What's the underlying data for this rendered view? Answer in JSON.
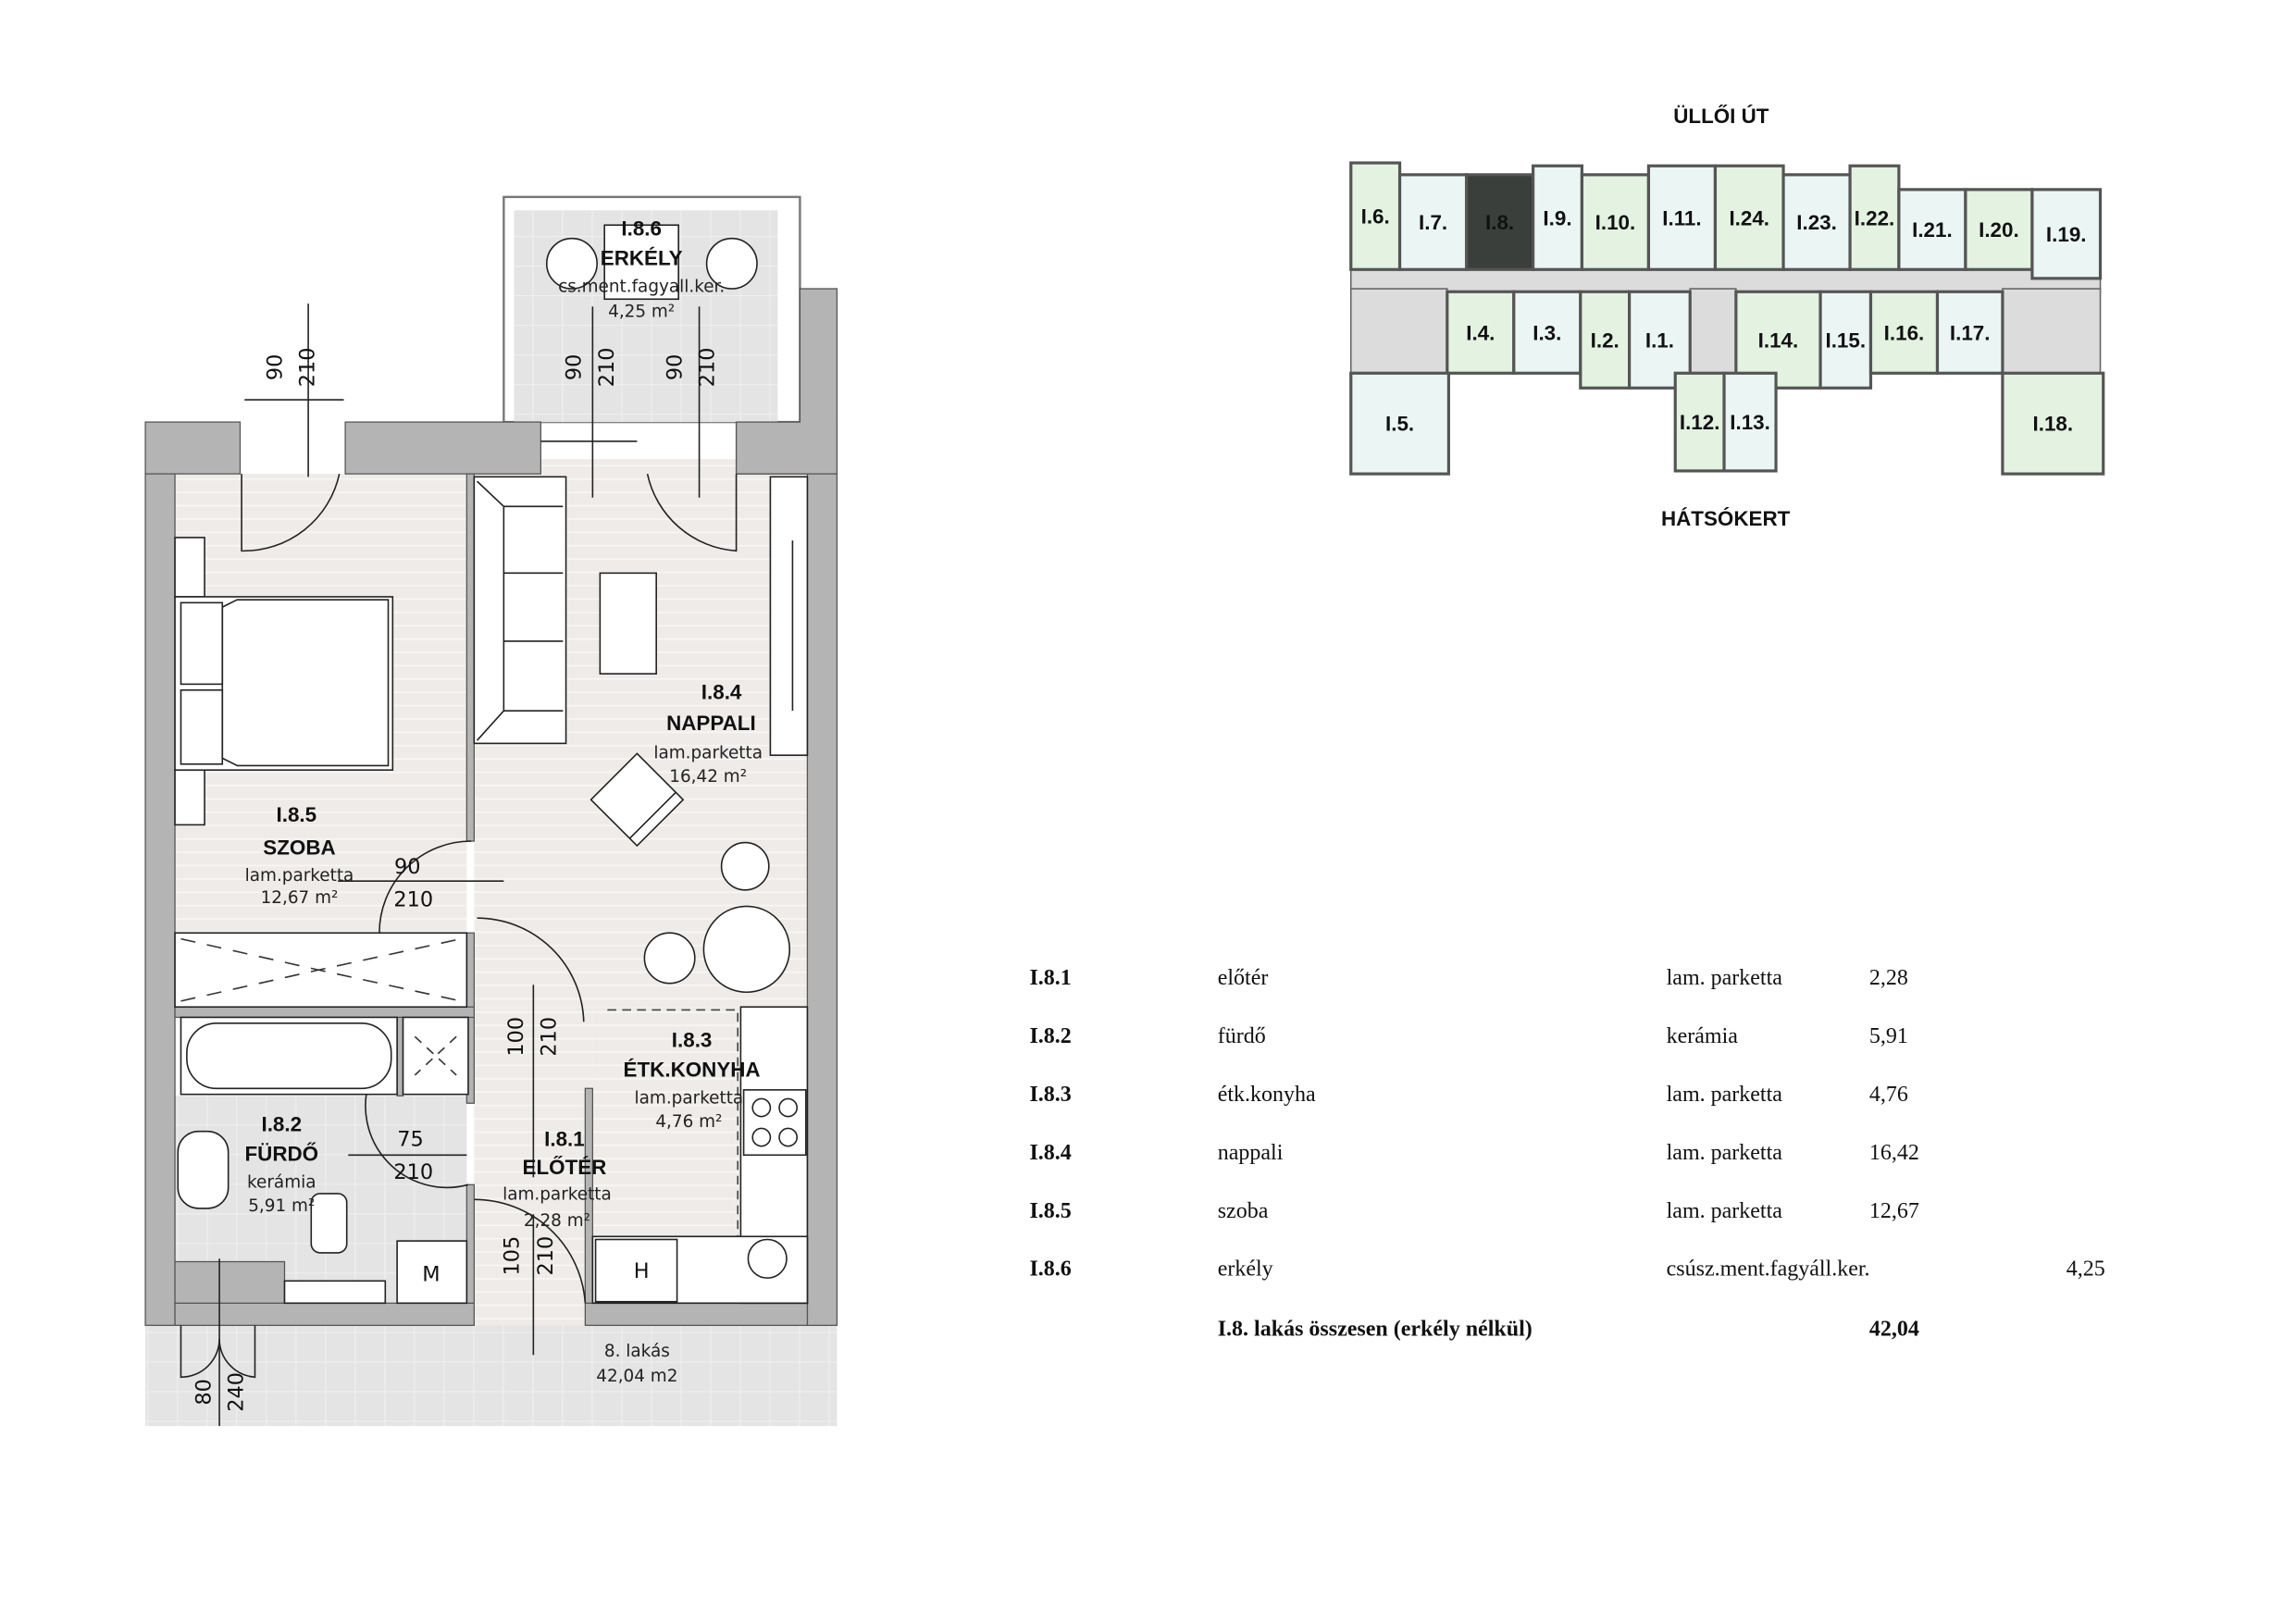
{
  "floorplan": {
    "rooms": {
      "balcony": {
        "id": "I.8.6",
        "name": "ERKÉLY",
        "floor": "cs.ment.fagyall.ker.",
        "area": "4,25 m²"
      },
      "living": {
        "id": "I.8.4",
        "name": "NAPPALI",
        "floor": "lam.parketta",
        "area": "16,42 m²"
      },
      "bedroom": {
        "id": "I.8.5",
        "name": "SZOBA",
        "floor": "lam.parketta",
        "area": "12,67 m²"
      },
      "bathroom": {
        "id": "I.8.2",
        "name": "FÜRDŐ",
        "floor": "kerámia",
        "area": "5,91 m²"
      },
      "hall": {
        "id": "I.8.1",
        "name": "ELŐTÉR",
        "floor": "lam.parketta",
        "area": "2,28 m²"
      },
      "kitchen": {
        "id": "I.8.3",
        "name": "ÉTK.KONYHA",
        "floor": "lam.parketta",
        "area": "4,76 m²"
      }
    },
    "doors": {
      "bedroom_window": [
        "90",
        "210"
      ],
      "balcony_door_1": [
        "90",
        "210"
      ],
      "balcony_door_2": [
        "90",
        "210"
      ],
      "bedroom_door": [
        "90",
        "210"
      ],
      "bath_door": [
        "75",
        "210"
      ],
      "living_door": [
        "100",
        "210"
      ],
      "entry_door": [
        "105",
        "210"
      ],
      "bath_window": [
        "80",
        "240"
      ]
    },
    "appliances": {
      "m": "M",
      "h": "H"
    },
    "apartment": {
      "name": "8. lakás",
      "area": "42,04 m2"
    }
  },
  "keyplan": {
    "street_top": "ÜLLŐI ÚT",
    "street_bottom": "HÁTSÓKERT",
    "highlighted": "I.8.",
    "colors": {
      "green": "#e3f2e1",
      "cyan": "#ebf6f4",
      "highlight": "#3b3f3b",
      "common": "#dcdcdc"
    },
    "units": [
      "I.6.",
      "I.7.",
      "I.8.",
      "I.9.",
      "I.10.",
      "I.11.",
      "I.24.",
      "I.23.",
      "I.22.",
      "I.21.",
      "I.20.",
      "I.19.",
      "I.4.",
      "I.3.",
      "I.2.",
      "I.1.",
      "I.14.",
      "I.15.",
      "I.16.",
      "I.17.",
      "I.5.",
      "I.12.",
      "I.13.",
      "I.18."
    ]
  },
  "table": {
    "rows": [
      {
        "id": "I.8.1",
        "name": "előtér",
        "floor": "lam. parketta",
        "area": "2,28",
        "balcony_area": ""
      },
      {
        "id": "I.8.2",
        "name": "fürdő",
        "floor": "kerámia",
        "area": "5,91",
        "balcony_area": ""
      },
      {
        "id": "I.8.3",
        "name": "étk.konyha",
        "floor": "lam. parketta",
        "area": "4,76",
        "balcony_area": ""
      },
      {
        "id": "I.8.4",
        "name": "nappali",
        "floor": "lam. parketta",
        "area": "16,42",
        "balcony_area": ""
      },
      {
        "id": "I.8.5",
        "name": "szoba",
        "floor": "lam. parketta",
        "area": "12,67",
        "balcony_area": ""
      },
      {
        "id": "I.8.6",
        "name": "erkély",
        "floor": "csúsz.ment.fagyáll.ker.",
        "area": "",
        "balcony_area": "4,25"
      }
    ],
    "total_label": "I.8. lakás összesen (erkély nélkül)",
    "total_value": "42,04"
  }
}
